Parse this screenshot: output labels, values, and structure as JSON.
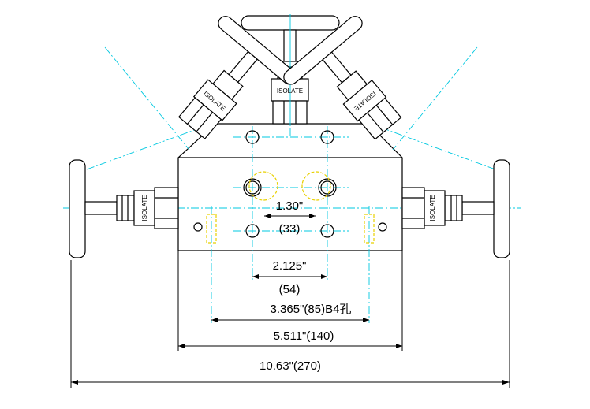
{
  "valve_labels": {
    "top": "ISOLATE",
    "upper_left": "ISOLATE",
    "upper_right": "ISOLATE",
    "left": "ISOLATE",
    "right": "ISOLATE"
  },
  "dimensions": {
    "d1_in": "1.30\"",
    "d1_mm": "(33)",
    "d2_in": "2.125\"",
    "d2_mm": "(54)",
    "d3": "3.365\"(85)B4孔",
    "d4": "5.511\"(140)",
    "d5": "10.63\"(270)"
  },
  "colors": {
    "outline": "#000000",
    "centerline": "#00c8e0",
    "hidden": "#e8d000"
  }
}
